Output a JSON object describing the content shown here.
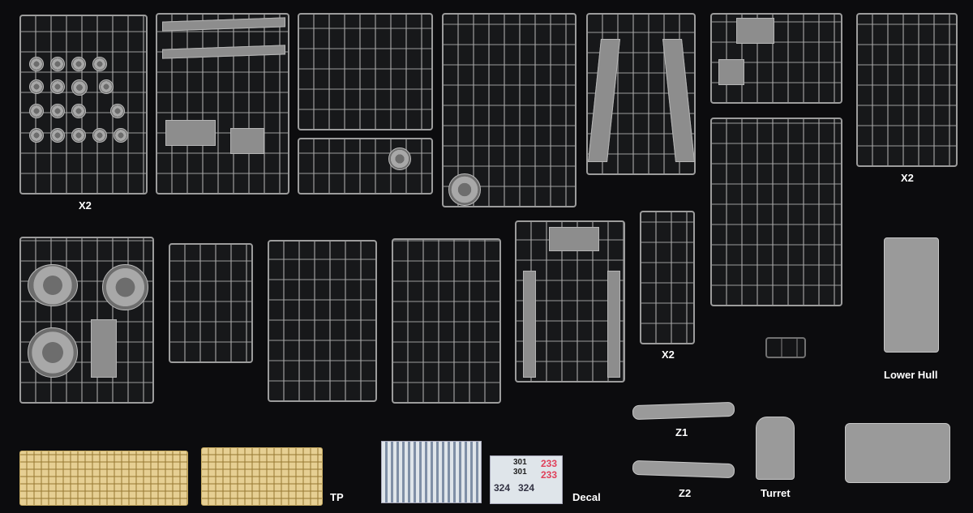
{
  "labels": {
    "x2_a": "X2",
    "x2_b": "X2",
    "x2_c": "X2",
    "lower_hull": "Lower Hull",
    "z1": "Z1",
    "z2": "Z2",
    "turret": "Turret",
    "tp": "TP",
    "decal": "Decal"
  },
  "decal_text": {
    "n1": "301",
    "n2": "301",
    "n3": "233",
    "n4": "233",
    "n5": "324",
    "n6": "324"
  },
  "colors": {
    "background": "#0c0c0e",
    "plastic": "#9a9a9a",
    "photo_etch": "#e6cf93",
    "decal_red": "#e0405a"
  }
}
